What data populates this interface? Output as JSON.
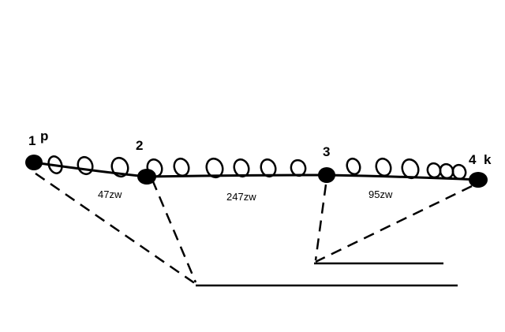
{
  "nodes": [
    {
      "id": "1",
      "label_main": "1",
      "label_sup": "p"
    },
    {
      "id": "2",
      "label_main": "2"
    },
    {
      "id": "3",
      "label_main": "3"
    },
    {
      "id": "4",
      "label_main": "4",
      "label_sup": "k"
    }
  ],
  "segments": [
    {
      "from": "1",
      "to": "2",
      "label": "47zw"
    },
    {
      "from": "2",
      "to": "3",
      "label": "247zw"
    },
    {
      "from": "3",
      "to": "4",
      "label": "95zw"
    }
  ],
  "colors": {
    "ink": "#000000",
    "background": "#ffffff"
  }
}
